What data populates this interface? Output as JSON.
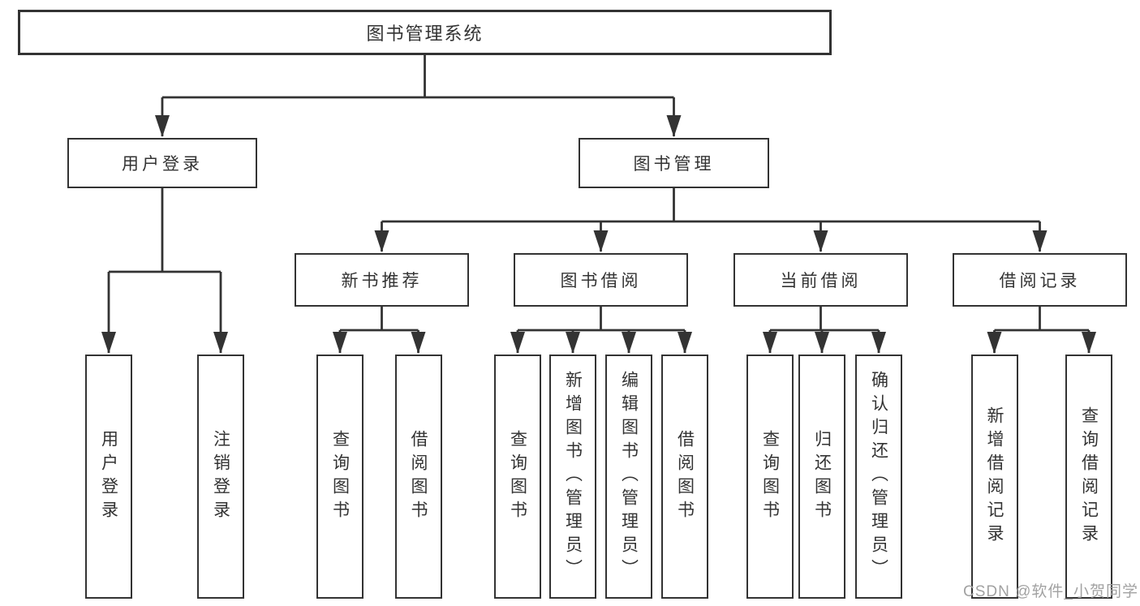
{
  "diagram": {
    "root": {
      "label": "图书管理系统",
      "children": [
        {
          "label": "用户登录",
          "children": [
            {
              "label": "用户登录"
            },
            {
              "label": "注销登录"
            }
          ]
        },
        {
          "label": "图书管理",
          "children": [
            {
              "label": "新书推荐",
              "children": [
                {
                  "label": "查询图书"
                },
                {
                  "label": "借阅图书"
                }
              ]
            },
            {
              "label": "图书借阅",
              "children": [
                {
                  "label": "查询图书"
                },
                {
                  "label": "新增图书（管理员）"
                },
                {
                  "label": "编辑图书（管理员）"
                },
                {
                  "label": "借阅图书"
                }
              ]
            },
            {
              "label": "当前借阅",
              "children": [
                {
                  "label": "查询图书"
                },
                {
                  "label": "归还图书"
                },
                {
                  "label": "确认归还（管理员）"
                }
              ]
            },
            {
              "label": "借阅记录",
              "children": [
                {
                  "label": "新增借阅记录"
                },
                {
                  "label": "查询借阅记录"
                }
              ]
            }
          ]
        }
      ]
    },
    "watermark": "CSDN @软件_小贺同学",
    "colors": {
      "line": "#333333",
      "box_fill": "#ffffff",
      "text": "#333333",
      "watermark": "#a2a2a2"
    }
  }
}
